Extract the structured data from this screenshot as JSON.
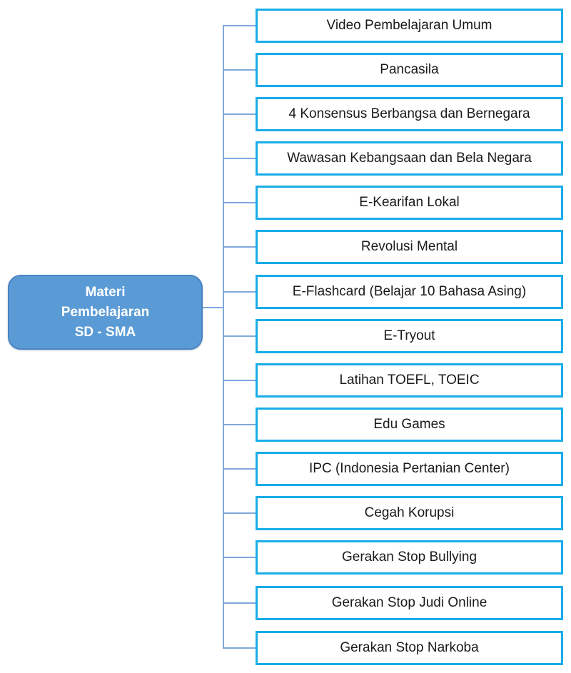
{
  "tree": {
    "root": {
      "label": "Materi Pembelajaran SD - SMA",
      "lines": [
        "Materi",
        "Pembelajaran",
        "SD - SMA"
      ]
    },
    "children": [
      {
        "label": "Video Pembelajaran Umum"
      },
      {
        "label": "Pancasila"
      },
      {
        "label": "4 Konsensus Berbangsa dan Bernegara"
      },
      {
        "label": "Wawasan Kebangsaan dan Bela Negara"
      },
      {
        "label": "E-Kearifan Lokal"
      },
      {
        "label": "Revolusi Mental"
      },
      {
        "label": "E-Flashcard (Belajar 10 Bahasa Asing)"
      },
      {
        "label": "E-Tryout"
      },
      {
        "label": "Latihan TOEFL, TOEIC"
      },
      {
        "label": "Edu Games"
      },
      {
        "label": "IPC (Indonesia Pertanian Center)"
      },
      {
        "label": "Cegah Korupsi"
      },
      {
        "label": "Gerakan Stop Bullying"
      },
      {
        "label": "Gerakan Stop Judi Online"
      },
      {
        "label": "Gerakan Stop Narkoba"
      }
    ]
  },
  "colors": {
    "root_fill": "#5B9BD5",
    "root_border": "#4A84C4",
    "root_text": "#FFFFFF",
    "child_border": "#18ADE8",
    "child_text": "#1A1A1A",
    "connector": "#7FA8DA",
    "background": "#FFFFFF"
  }
}
